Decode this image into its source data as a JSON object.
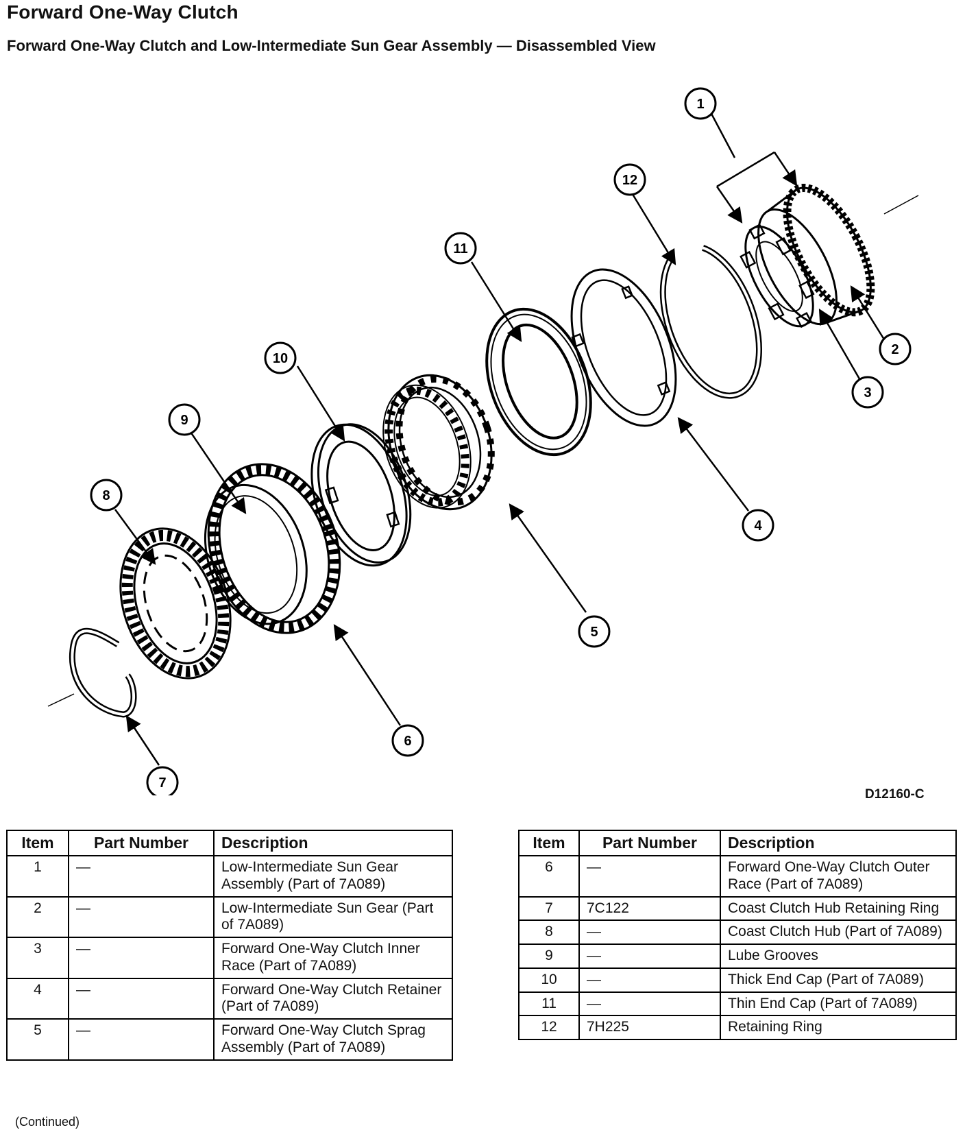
{
  "header": {
    "title": "Forward One-Way Clutch",
    "subtitle": "Forward One-Way Clutch and Low-Intermediate Sun Gear Assembly — Disassembled View",
    "figure_code": "D12160-C"
  },
  "callouts": [
    "1",
    "2",
    "3",
    "4",
    "5",
    "6",
    "7",
    "8",
    "9",
    "10",
    "11",
    "12"
  ],
  "table": {
    "headers": {
      "item": "Item",
      "part_number": "Part Number",
      "description": "Description"
    },
    "left_rows": [
      {
        "item": "1",
        "part": "—",
        "desc": "Low-Intermediate Sun Gear Assembly (Part of 7A089)"
      },
      {
        "item": "2",
        "part": "—",
        "desc": "Low-Intermediate Sun Gear (Part of 7A089)"
      },
      {
        "item": "3",
        "part": "—",
        "desc": "Forward One-Way Clutch Inner Race (Part of 7A089)"
      },
      {
        "item": "4",
        "part": "—",
        "desc": "Forward One-Way Clutch Retainer (Part of 7A089)"
      },
      {
        "item": "5",
        "part": "—",
        "desc": "Forward One-Way Clutch Sprag Assembly (Part of 7A089)"
      }
    ],
    "right_rows": [
      {
        "item": "6",
        "part": "—",
        "desc": "Forward One-Way Clutch Outer Race (Part of 7A089)"
      },
      {
        "item": "7",
        "part": "7C122",
        "desc": "Coast Clutch Hub Retaining Ring"
      },
      {
        "item": "8",
        "part": "—",
        "desc": "Coast Clutch Hub (Part of 7A089)"
      },
      {
        "item": "9",
        "part": "—",
        "desc": "Lube Grooves"
      },
      {
        "item": "10",
        "part": "—",
        "desc": "Thick End Cap (Part of 7A089)"
      },
      {
        "item": "11",
        "part": "—",
        "desc": "Thin End Cap (Part of 7A089)"
      },
      {
        "item": "12",
        "part": "7H225",
        "desc": "Retaining Ring"
      }
    ]
  },
  "footer": {
    "continued": "(Continued)"
  }
}
